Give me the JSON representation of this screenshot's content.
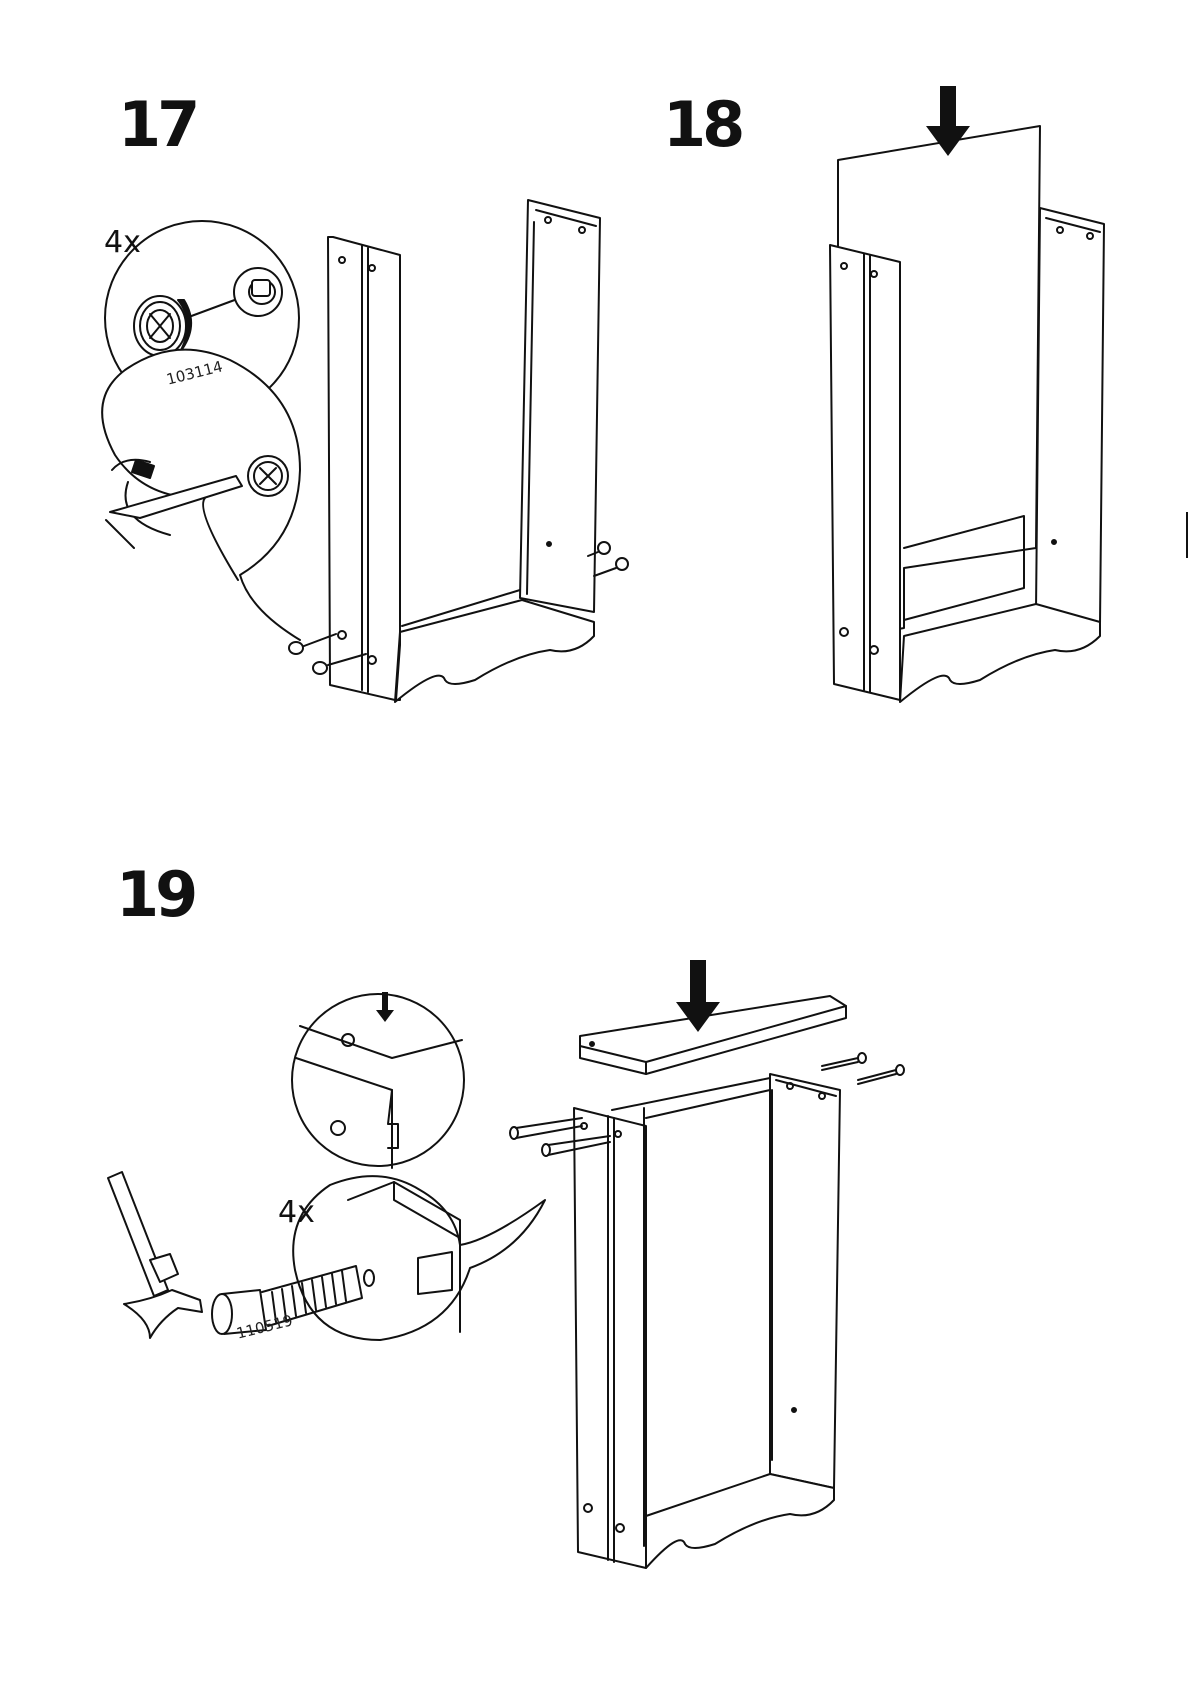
{
  "steps": [
    {
      "number": "17",
      "quantity": "4x",
      "part_number": "103114"
    },
    {
      "number": "18"
    },
    {
      "number": "19",
      "quantity": "4x",
      "part_number": "110519"
    }
  ],
  "icons": [
    "cam-lock-fitting-icon",
    "screwdriver-icon",
    "down-arrow-icon",
    "hammer-icon",
    "wooden-dowel-icon",
    "screw-icon"
  ]
}
